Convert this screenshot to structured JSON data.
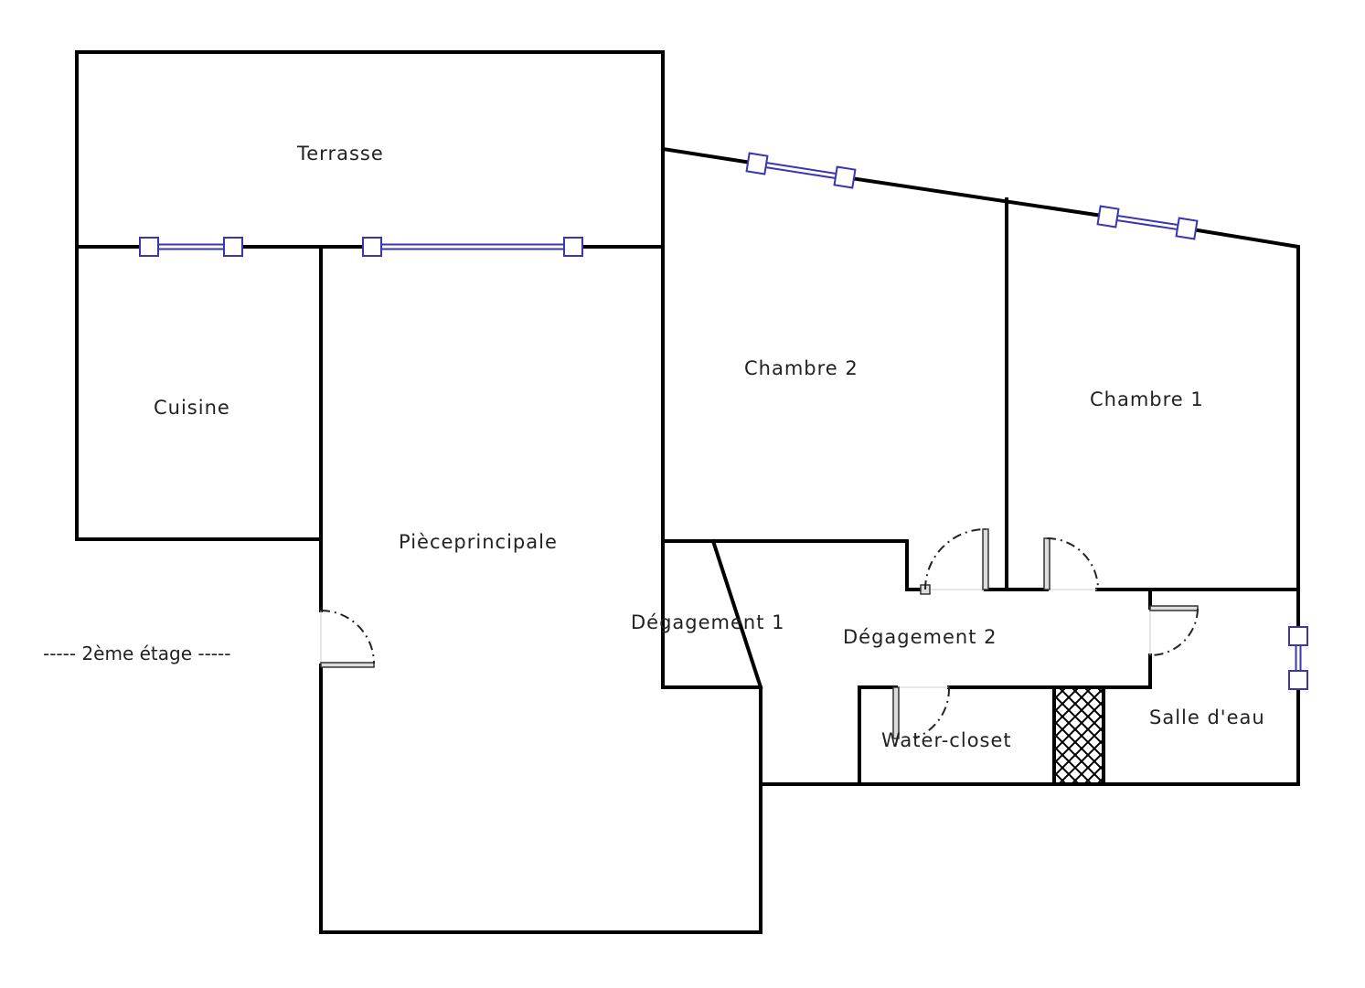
{
  "rooms": {
    "terrasse": "Terrasse",
    "cuisine": "Cuisine",
    "piece_principale": "Pièceprincipale",
    "chambre2": "Chambre 2",
    "chambre1": "Chambre 1",
    "degagement1": "Dégagement 1",
    "degagement2": "Dégagement 2",
    "water_closet": "Water-closet",
    "salle_eau": "Salle d'eau"
  },
  "floor_label": "-----  2ème étage  -----",
  "colors": {
    "wall": "#000000",
    "window": "#3a35b0"
  }
}
